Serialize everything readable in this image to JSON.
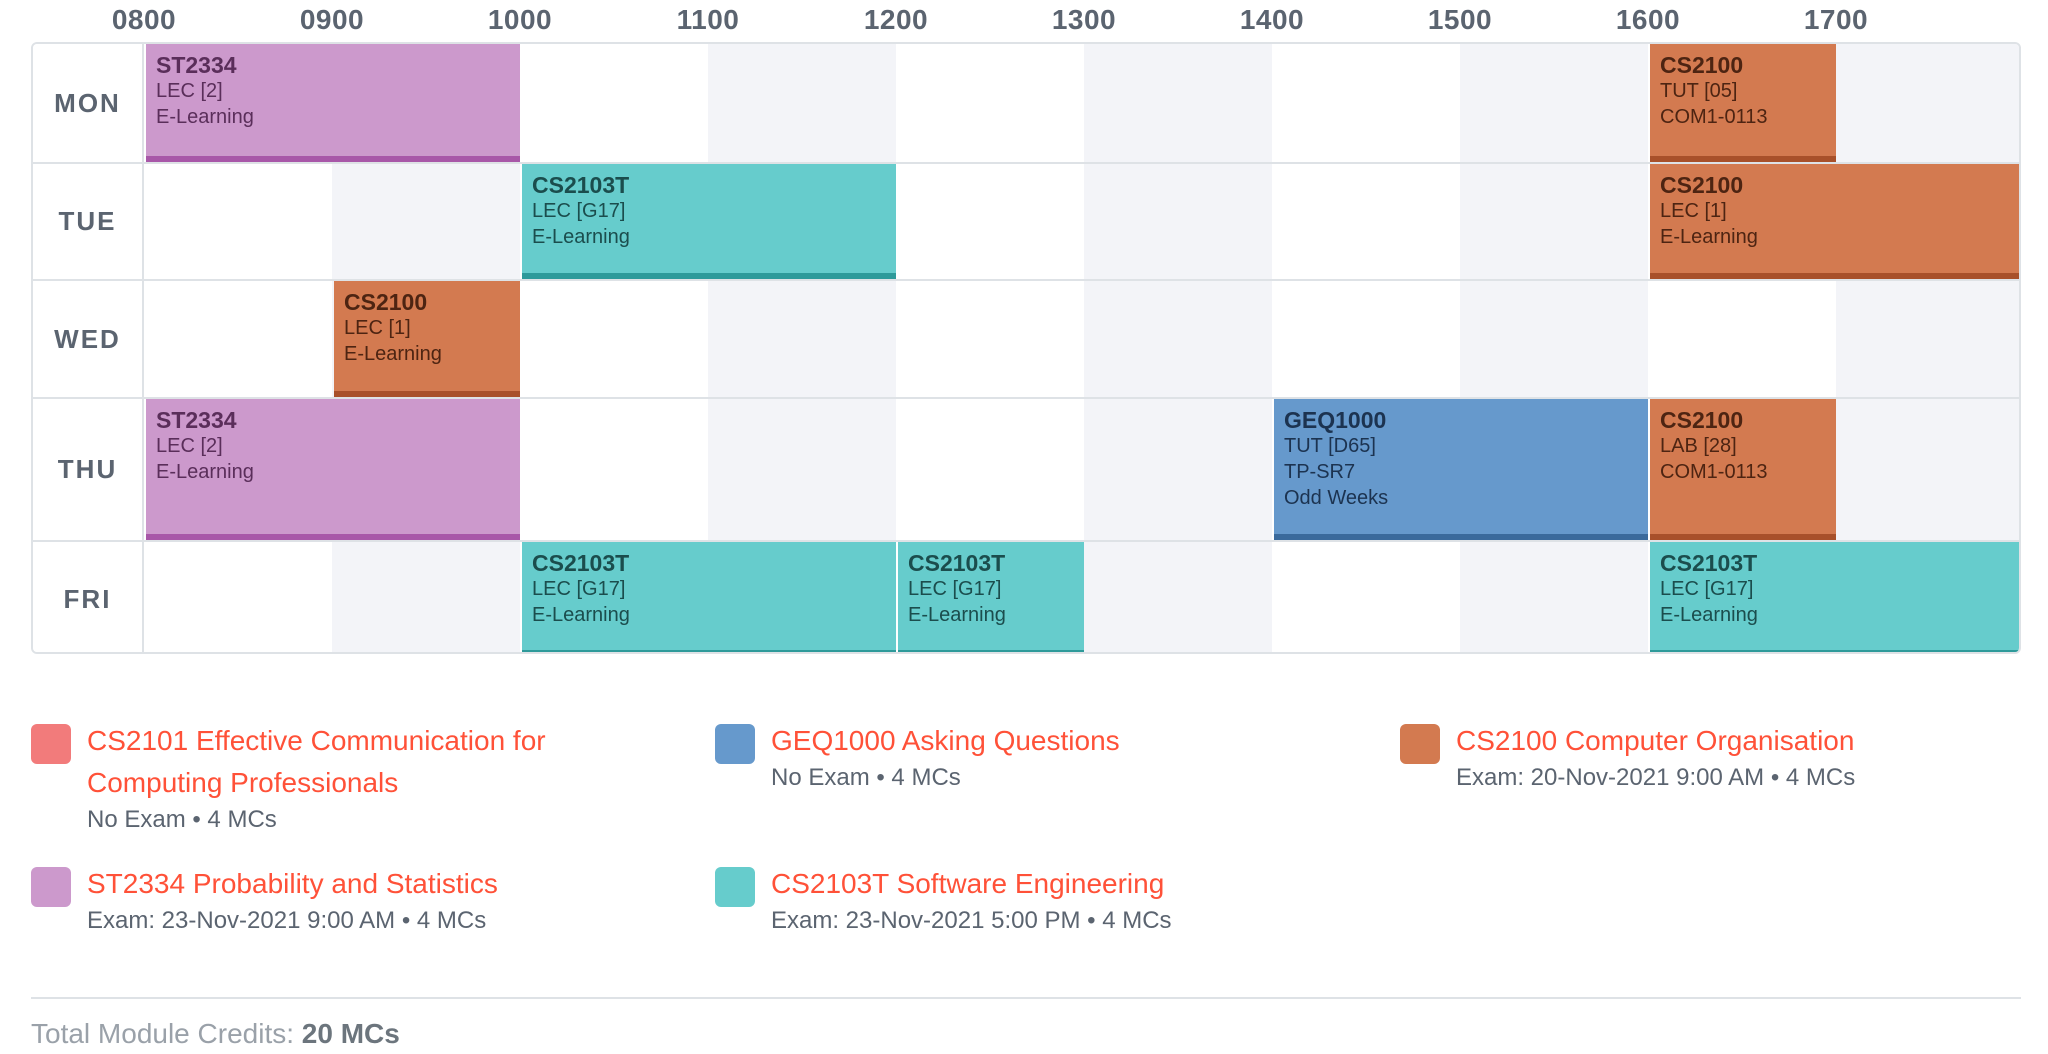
{
  "hours": [
    "0800",
    "0900",
    "1000",
    "1100",
    "1200",
    "1300",
    "1400",
    "1500",
    "1600",
    "1700"
  ],
  "days": [
    {
      "label": "MON",
      "lessons": [
        {
          "code": "ST2334",
          "lines": [
            "LEC [2]",
            "E-Learning"
          ],
          "start": 800,
          "end": 1000,
          "color": "purple"
        },
        {
          "code": "CS2100",
          "lines": [
            "TUT [05]",
            "COM1-0113"
          ],
          "start": 1600,
          "end": 1700,
          "color": "orange"
        }
      ]
    },
    {
      "label": "TUE",
      "lessons": [
        {
          "code": "CS2103T",
          "lines": [
            "LEC [G17]",
            "E-Learning"
          ],
          "start": 1000,
          "end": 1200,
          "color": "teal"
        },
        {
          "code": "CS2100",
          "lines": [
            "LEC [1]",
            "E-Learning"
          ],
          "start": 1600,
          "end": 1800,
          "color": "orange"
        }
      ]
    },
    {
      "label": "WED",
      "lessons": [
        {
          "code": "CS2100",
          "lines": [
            "LEC [1]",
            "E-Learning"
          ],
          "start": 900,
          "end": 1000,
          "color": "orange"
        }
      ]
    },
    {
      "label": "THU",
      "lessons": [
        {
          "code": "ST2334",
          "lines": [
            "LEC [2]",
            "E-Learning"
          ],
          "start": 800,
          "end": 1000,
          "color": "purple"
        },
        {
          "code": "GEQ1000",
          "lines": [
            "TUT [D65]",
            "TP-SR7",
            "Odd Weeks"
          ],
          "start": 1400,
          "end": 1600,
          "color": "blue"
        },
        {
          "code": "CS2100",
          "lines": [
            "LAB [28]",
            "COM1-0113"
          ],
          "start": 1600,
          "end": 1700,
          "color": "orange"
        }
      ]
    },
    {
      "label": "FRI",
      "lessons": [
        {
          "code": "CS2103T",
          "lines": [
            "LEC [G17]",
            "E-Learning"
          ],
          "start": 1000,
          "end": 1200,
          "color": "teal"
        },
        {
          "code": "CS2103T",
          "lines": [
            "LEC [G17]",
            "E-Learning"
          ],
          "start": 1200,
          "end": 1300,
          "color": "teal"
        },
        {
          "code": "CS2103T",
          "lines": [
            "LEC [G17]",
            "E-Learning"
          ],
          "start": 1600,
          "end": 1800,
          "color": "teal"
        }
      ]
    }
  ],
  "colors": {
    "purple": {
      "bg": "#cc99cc",
      "border": "#a857a8",
      "text": "#5a2e5a"
    },
    "orange": {
      "bg": "#d37a50",
      "border": "#a8502a",
      "text": "#4d2412"
    },
    "teal": {
      "bg": "#66cccc",
      "border": "#2e9a9a",
      "text": "#1b4d4d"
    },
    "blue": {
      "bg": "#6699cc",
      "border": "#3a6a9c",
      "text": "#1c3350"
    },
    "red": {
      "bg": "#f27b7b",
      "border": "#c95050",
      "text": "#5a1f1f"
    }
  },
  "legend": [
    {
      "color": "red",
      "title": "CS2101 Effective Communication for Computing Professionals",
      "meta": "No Exam • 4 MCs"
    },
    {
      "color": "blue",
      "title": "GEQ1000 Asking Questions",
      "meta": "No Exam • 4 MCs"
    },
    {
      "color": "orange",
      "title": "CS2100 Computer Organisation",
      "meta": "Exam: 20-Nov-2021 9:00 AM • 4 MCs"
    },
    {
      "color": "purple",
      "title": "ST2334 Probability and Statistics",
      "meta": "Exam: 23-Nov-2021 9:00 AM • 4 MCs"
    },
    {
      "color": "teal",
      "title": "CS2103T Software Engineering",
      "meta": "Exam: 23-Nov-2021 5:00 PM • 4 MCs"
    }
  ],
  "footer": {
    "label": "Total Module Credits:",
    "value": "20 MCs"
  }
}
